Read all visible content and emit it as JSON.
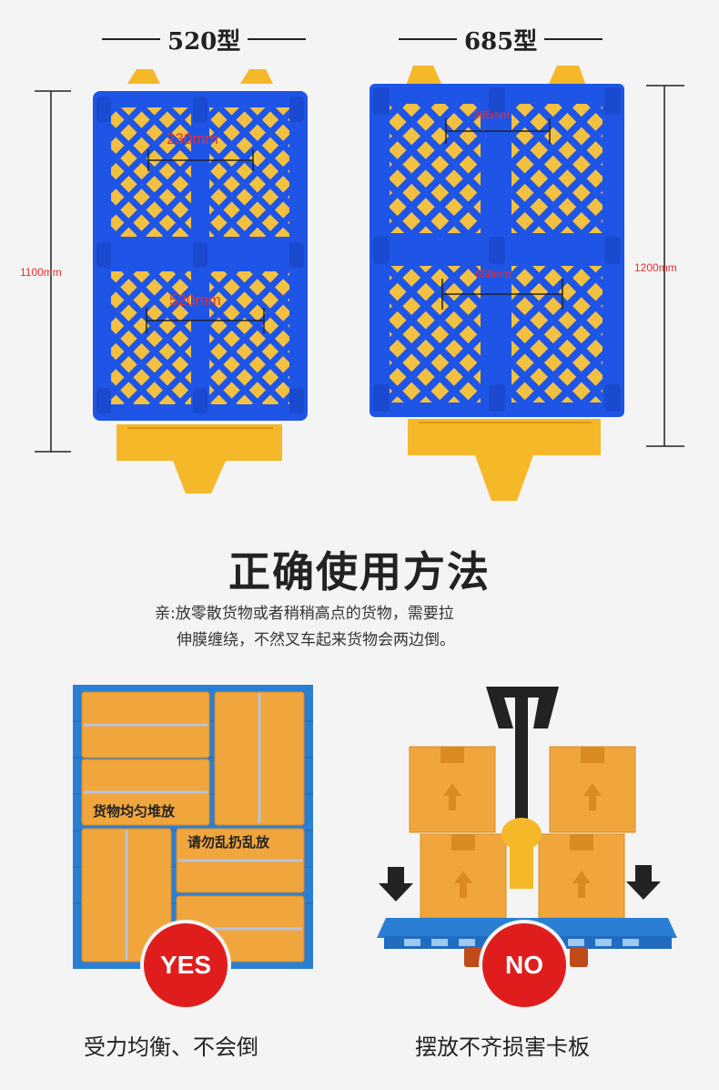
{
  "models": [
    {
      "title": "520型",
      "height_label": "1100mm",
      "top_width_label": "230mm",
      "bottom_width_label": "520mm"
    },
    {
      "title": "685型",
      "height_label": "1200mm",
      "top_width_label": "365mm",
      "bottom_width_label": "658mm"
    }
  ],
  "section": {
    "title": "正确使用方法",
    "desc_line1": "亲:放零散货物或者稍稍高点的货物，需要拉",
    "desc_line2": "伸膜缠绕，不然叉车起来货物会两边倒。"
  },
  "examples": {
    "good": {
      "tag1": "货物均匀堆放",
      "tag2": "请勿乱扔乱放",
      "badge": "YES",
      "caption": "受力均衡、不会倒"
    },
    "bad": {
      "badge": "NO",
      "caption": "摆放不齐损害卡板"
    }
  },
  "colors": {
    "pallet_blue": "#1e55e6",
    "fork_yellow": "#f5b829",
    "box_orange": "#f0a63c",
    "measure_red": "#e53030",
    "badge_red": "#e01d1d"
  }
}
